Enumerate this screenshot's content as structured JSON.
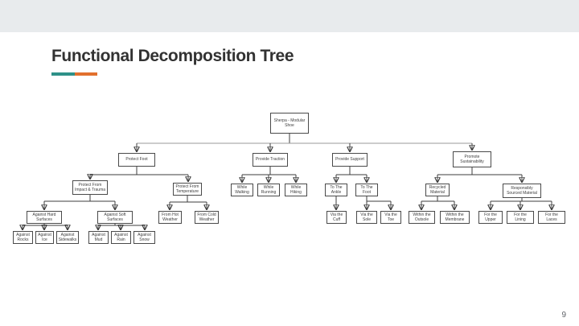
{
  "slide": {
    "title": "Functional Decomposition Tree",
    "page_number": "9",
    "accent_teal": "#2e9188",
    "accent_orange": "#e2702d"
  },
  "tree": {
    "nodes": {
      "root": {
        "label": "Sherpa - Modular Shoe"
      },
      "protect_foot": {
        "label": "Protect Foot"
      },
      "provide_traction": {
        "label": "Provide Traction"
      },
      "provide_support": {
        "label": "Provide Support"
      },
      "promote_sustainability": {
        "label": "Promote Sustainability"
      },
      "impact_trauma": {
        "label": "Protect From Impact & Trauma"
      },
      "temperature": {
        "label": "Protect From Temperature"
      },
      "while_walking": {
        "label": "While Walking"
      },
      "while_running": {
        "label": "While Running"
      },
      "while_hiking": {
        "label": "While Hiking"
      },
      "to_ankle": {
        "label": "To The Ankle"
      },
      "to_foot": {
        "label": "To The Foot"
      },
      "recycled": {
        "label": "Recycled Material"
      },
      "sourced": {
        "label": "Responsibly Sourced Material"
      },
      "hard_surfaces": {
        "label": "Against Hard Surfaces"
      },
      "soft_surfaces": {
        "label": "Against Soft Surfaces"
      },
      "hot_weather": {
        "label": "From Hot Weather"
      },
      "cold_weather": {
        "label": "From Cold Weather"
      },
      "via_cuff": {
        "label": "Via the Cuff"
      },
      "via_sole": {
        "label": "Via the Sole"
      },
      "via_toe": {
        "label": "Via the Toe"
      },
      "within_outsole": {
        "label": "Within the Outsole"
      },
      "within_membrane": {
        "label": "Within the Membrane"
      },
      "for_upper": {
        "label": "For the Upper"
      },
      "for_lining": {
        "label": "For the Lining"
      },
      "for_laces": {
        "label": "For the Laces"
      },
      "against_rocks": {
        "label": "Against Rocks"
      },
      "against_ice": {
        "label": "Against Ice"
      },
      "against_sidewalks": {
        "label": "Against Sidewalks"
      },
      "against_mud": {
        "label": "Against Mud"
      },
      "against_rain": {
        "label": "Against Rain"
      },
      "against_snow": {
        "label": "Against Snow"
      }
    }
  }
}
